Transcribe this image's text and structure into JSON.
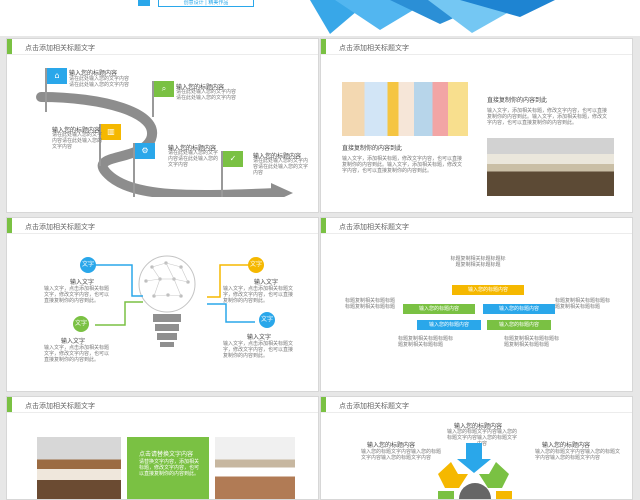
{
  "top": {
    "tab_label": "创意设计 | 精美作品"
  },
  "slides": [
    {
      "title": "点击添加相关标题文字"
    },
    {
      "title": "点击添加相关标题文字"
    },
    {
      "title": "点击添加相关标题文字"
    },
    {
      "title": "点击添加相关标题文字"
    },
    {
      "title": "点击添加相关标题文字"
    },
    {
      "title": "点击添加相关标题文字"
    }
  ],
  "slide1": {
    "items": [
      {
        "title": "输入您的标题内容",
        "text": "请在此处输入您的文字内容请在此处输入您的文字内容"
      },
      {
        "title": "输入您的标题内容",
        "text": "请在此处输入您的文字内容请在此处输入您的文字内容"
      },
      {
        "title": "输入您的标题内容",
        "text": "请在此处输入您的文字内容请在此处输入您的文字内容"
      },
      {
        "title": "输入您的标题内容",
        "text": "请在此处输入您的文字内容请在此处输入您的文字内容"
      },
      {
        "title": "输入您的标题内容",
        "text": "请在此处输入您的文字内容请在此处输入您的文字内容"
      }
    ],
    "colors": [
      "#2aa7ea",
      "#7ac143",
      "#f5b800",
      "#2aa7ea",
      "#7ac143"
    ]
  },
  "slide2": {
    "heading_left": "直接复制你的内容到此",
    "text_left": "输入文字，添加相关标题，修改文字内容，也可以直接复制你的内容到此。输入文字，添加相关标题，修改文字内容，也可以直接复制你的内容到此。",
    "heading_right": "直接复制你的内容到此",
    "text_right": "输入文字，添加相关标题，修改文字内容，也可以直接复制你的内容到此。输入文字，添加相关标题，修改文字内容，也可以直接复制你的内容到此。"
  },
  "slide3": {
    "badge": "文字",
    "items": [
      {
        "title": "输入文字",
        "text": "输入文字，点击添加相关标题文字，修改文字内容，也可以直接复制你的内容到此。"
      },
      {
        "title": "输入文字",
        "text": "输入文字，点击添加相关标题文字，修改文字内容，也可以直接复制你的内容到此。"
      },
      {
        "title": "输入文字",
        "text": "输入文字，点击添加相关标题文字，修改文字内容，也可以直接复制你的内容到此。"
      },
      {
        "title": "输入文字",
        "text": "输入文字，点击添加相关标题文字，修改文字内容，也可以直接复制你的内容到此。"
      }
    ]
  },
  "slide4": {
    "top_text": "标题复制相关标题标题标题复制相关标题标题",
    "left_text": "标题复制相关标题标题标题复制相关标题标题",
    "right_text": "标题复制相关标题标题标题复制相关标题标题",
    "bottom_left": "标题复制相关标题标题标题复制相关标题标题",
    "bottom_right": "标题复制相关标题标题标题复制相关标题标题",
    "items": [
      "输入您的标题内容",
      "输入您的标题内容",
      "输入您的标题内容",
      "输入您的标题内容"
    ]
  },
  "slide5": {
    "headline": "点击请替换文字内容",
    "text": "请替换文字内容，添加相关标题，修改文字内容，也可以直接复制你的内容到此。"
  },
  "slide6": {
    "top_title": "输入您的标题内容",
    "top_text": "输入您的标题文字内容输入您的标题文字内容输入您的标题文字内容",
    "left_title": "输入您的标题内容",
    "left_text": "输入您的标题文字内容输入您的标题文字内容输入您的标题文字内容",
    "right_title": "输入您的标题内容",
    "right_text": "输入您的标题文字内容输入您的标题文字内容输入您的标题文字内容"
  }
}
